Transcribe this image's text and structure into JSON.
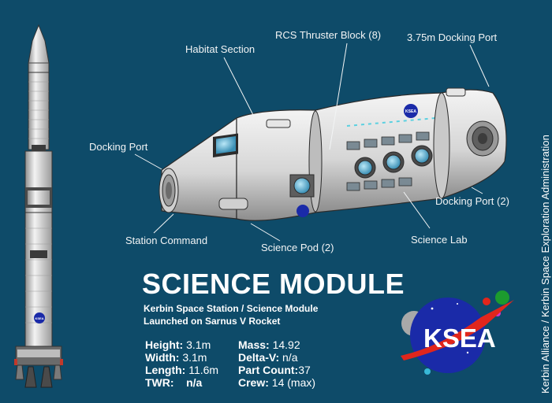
{
  "labels": {
    "habitat": "Habitat Section",
    "rcs": "RCS Thruster Block (8)",
    "docking_large": "3.75m Docking Port",
    "docking_port": "Docking Port",
    "docking_port_2": "Docking Port (2)",
    "station_command": "Station Command",
    "science_pod": "Science Pod (2)",
    "science_lab": "Science Lab"
  },
  "title": "SCIENCE MODULE",
  "subtitle_1": "Kerbin Space Station /  Science Module",
  "subtitle_2": "Launched on Sarnus V Rocket",
  "stats": {
    "height_key": "Height:",
    "height_val": "3.1m",
    "width_key": "Width:",
    "width_val": "3.1m",
    "length_key": "Length:",
    "length_val": "11.6m",
    "twr_key": "TWR:",
    "twr_val": "n/a",
    "mass_key": "Mass:",
    "mass_val": "14.92",
    "dv_key": "Delta-V:",
    "dv_val": "n/a",
    "parts_key": "Part Count:",
    "parts_val": "37",
    "crew_key": "Crew:",
    "crew_val": "14 (max)"
  },
  "logo_text": "KSEA",
  "rocket_logo_text": "KSEA",
  "module_logo_text": "KSEA",
  "vertical_credit": "Kerbin Alliance  / Kerbin Space Exploration Administration",
  "colors": {
    "background": "#0e4b69",
    "logo_blue": "#1a2aa8",
    "logo_red": "#e0261c"
  }
}
